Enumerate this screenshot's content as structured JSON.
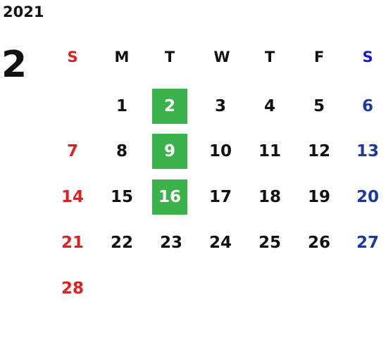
{
  "year": "2021",
  "month": "2",
  "weekdays": [
    "S",
    "M",
    "T",
    "W",
    "T",
    "F",
    "S"
  ],
  "weeks": [
    [
      "",
      "1",
      "2",
      "3",
      "4",
      "5",
      "6"
    ],
    [
      "7",
      "8",
      "9",
      "10",
      "11",
      "12",
      "13"
    ],
    [
      "14",
      "15",
      "16",
      "17",
      "18",
      "19",
      "20"
    ],
    [
      "21",
      "22",
      "23",
      "24",
      "25",
      "26",
      "27"
    ],
    [
      "28",
      "",
      "",
      "",
      "",
      "",
      ""
    ]
  ],
  "highlighted_days": [
    "2",
    "9",
    "16"
  ],
  "colors": {
    "sunday": "#e02020",
    "saturday": "#1a3aa0",
    "saturday_header": "#1a1ad8",
    "highlight": "#3bb24c",
    "text": "#111111"
  }
}
